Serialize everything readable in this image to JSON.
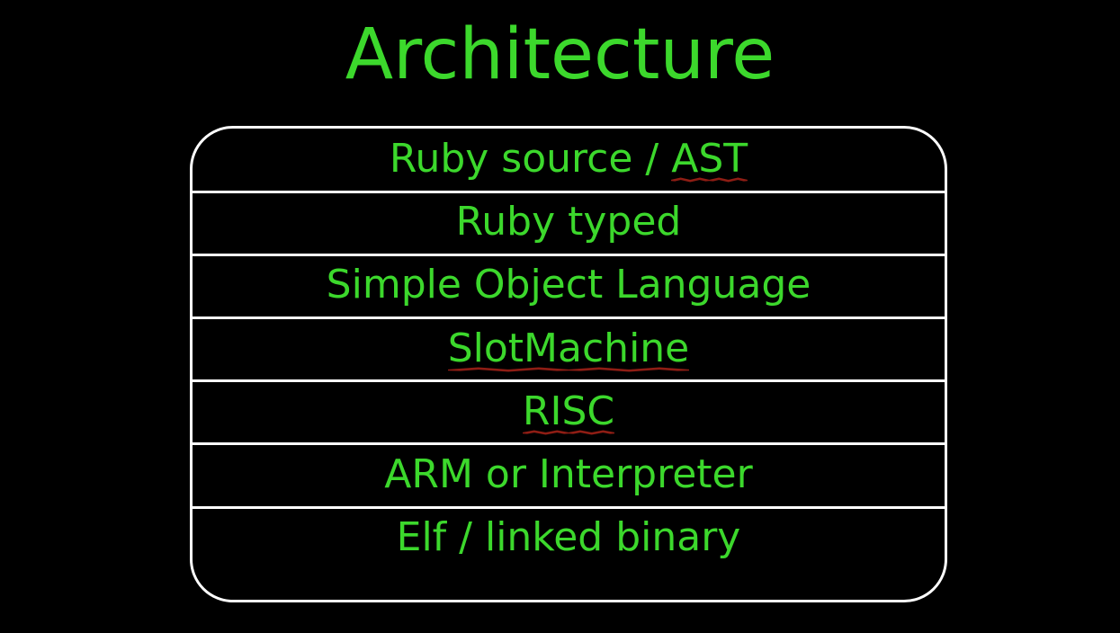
{
  "slide": {
    "background_color": "#000000",
    "accent_color": "#3cd82c",
    "border_color": "#ffffff",
    "spellcheck_underline_color": "#8f1d14",
    "title": "Architecture"
  },
  "stack": {
    "name": "architecture-layer-stack",
    "rows": [
      {
        "label": "Ruby source / AST",
        "misspelled_part": "AST",
        "ok_part": "Ruby source / ",
        "has_spellcheck_underline": true
      },
      {
        "label": "Ruby typed",
        "misspelled_part": "",
        "ok_part": "Ruby typed",
        "has_spellcheck_underline": false
      },
      {
        "label": "Simple Object Language",
        "misspelled_part": "",
        "ok_part": "Simple Object Language",
        "has_spellcheck_underline": false
      },
      {
        "label": "SlotMachine",
        "misspelled_part": "SlotMachine",
        "ok_part": "",
        "has_spellcheck_underline": true
      },
      {
        "label": "RISC",
        "misspelled_part": "RISC",
        "ok_part": "",
        "has_spellcheck_underline": true
      },
      {
        "label": "ARM or Interpreter",
        "misspelled_part": "",
        "ok_part": "ARM or Interpreter",
        "has_spellcheck_underline": false
      },
      {
        "label": "Elf / linked binary",
        "misspelled_part": "",
        "ok_part": "Elf / linked binary",
        "has_spellcheck_underline": false
      }
    ]
  }
}
